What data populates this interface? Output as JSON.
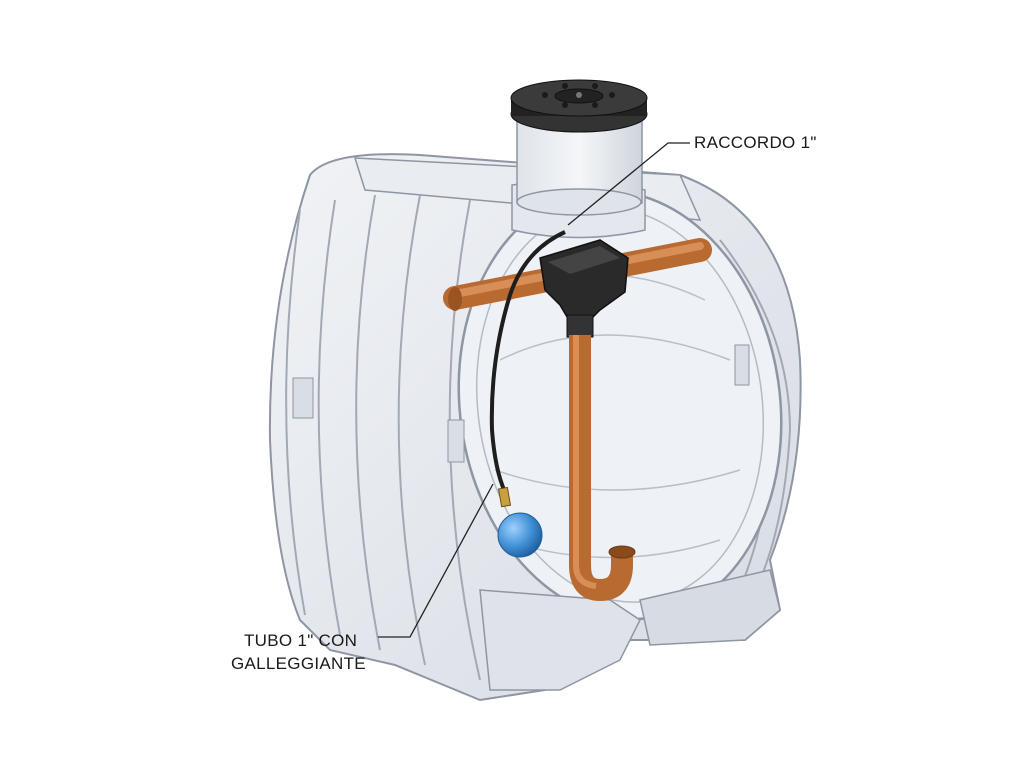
{
  "diagram": {
    "labels": {
      "raccordo": "RACCORDO 1\"",
      "tubo_line1": "TUBO 1\" CON",
      "tubo_line2": "GALLEGGIANTE"
    },
    "colors": {
      "tank_fill": "#e4e8ee",
      "tank_stroke": "#8e96a3",
      "pipe_orange": "#d8894a",
      "pipe_orange_dark": "#a85f28",
      "connector_black": "#2a2a2a",
      "float_blue": "#3f8fd4",
      "lid_black": "#222222"
    },
    "icons": [
      "tank-body",
      "inspection-lid",
      "suction-pipe",
      "float-ball",
      "fitting-connector"
    ]
  }
}
